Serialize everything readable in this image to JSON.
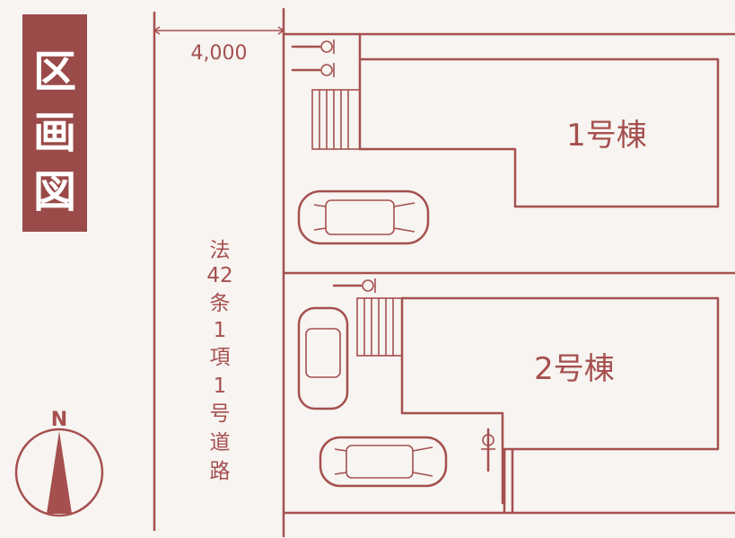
{
  "title": {
    "chars": [
      "区",
      "画",
      "図"
    ]
  },
  "road": {
    "width_label": "4,000",
    "name_chars": [
      "法",
      "42",
      "条",
      "1",
      "項",
      "1",
      "号",
      "道",
      "路"
    ]
  },
  "lots": [
    {
      "label": "1号棟"
    },
    {
      "label": "2号棟"
    }
  ],
  "compass": {
    "north_label": "N"
  },
  "colors": {
    "line": "#a5504f",
    "title_bg": "#9a4a48",
    "paper": "#f7f4f1"
  }
}
